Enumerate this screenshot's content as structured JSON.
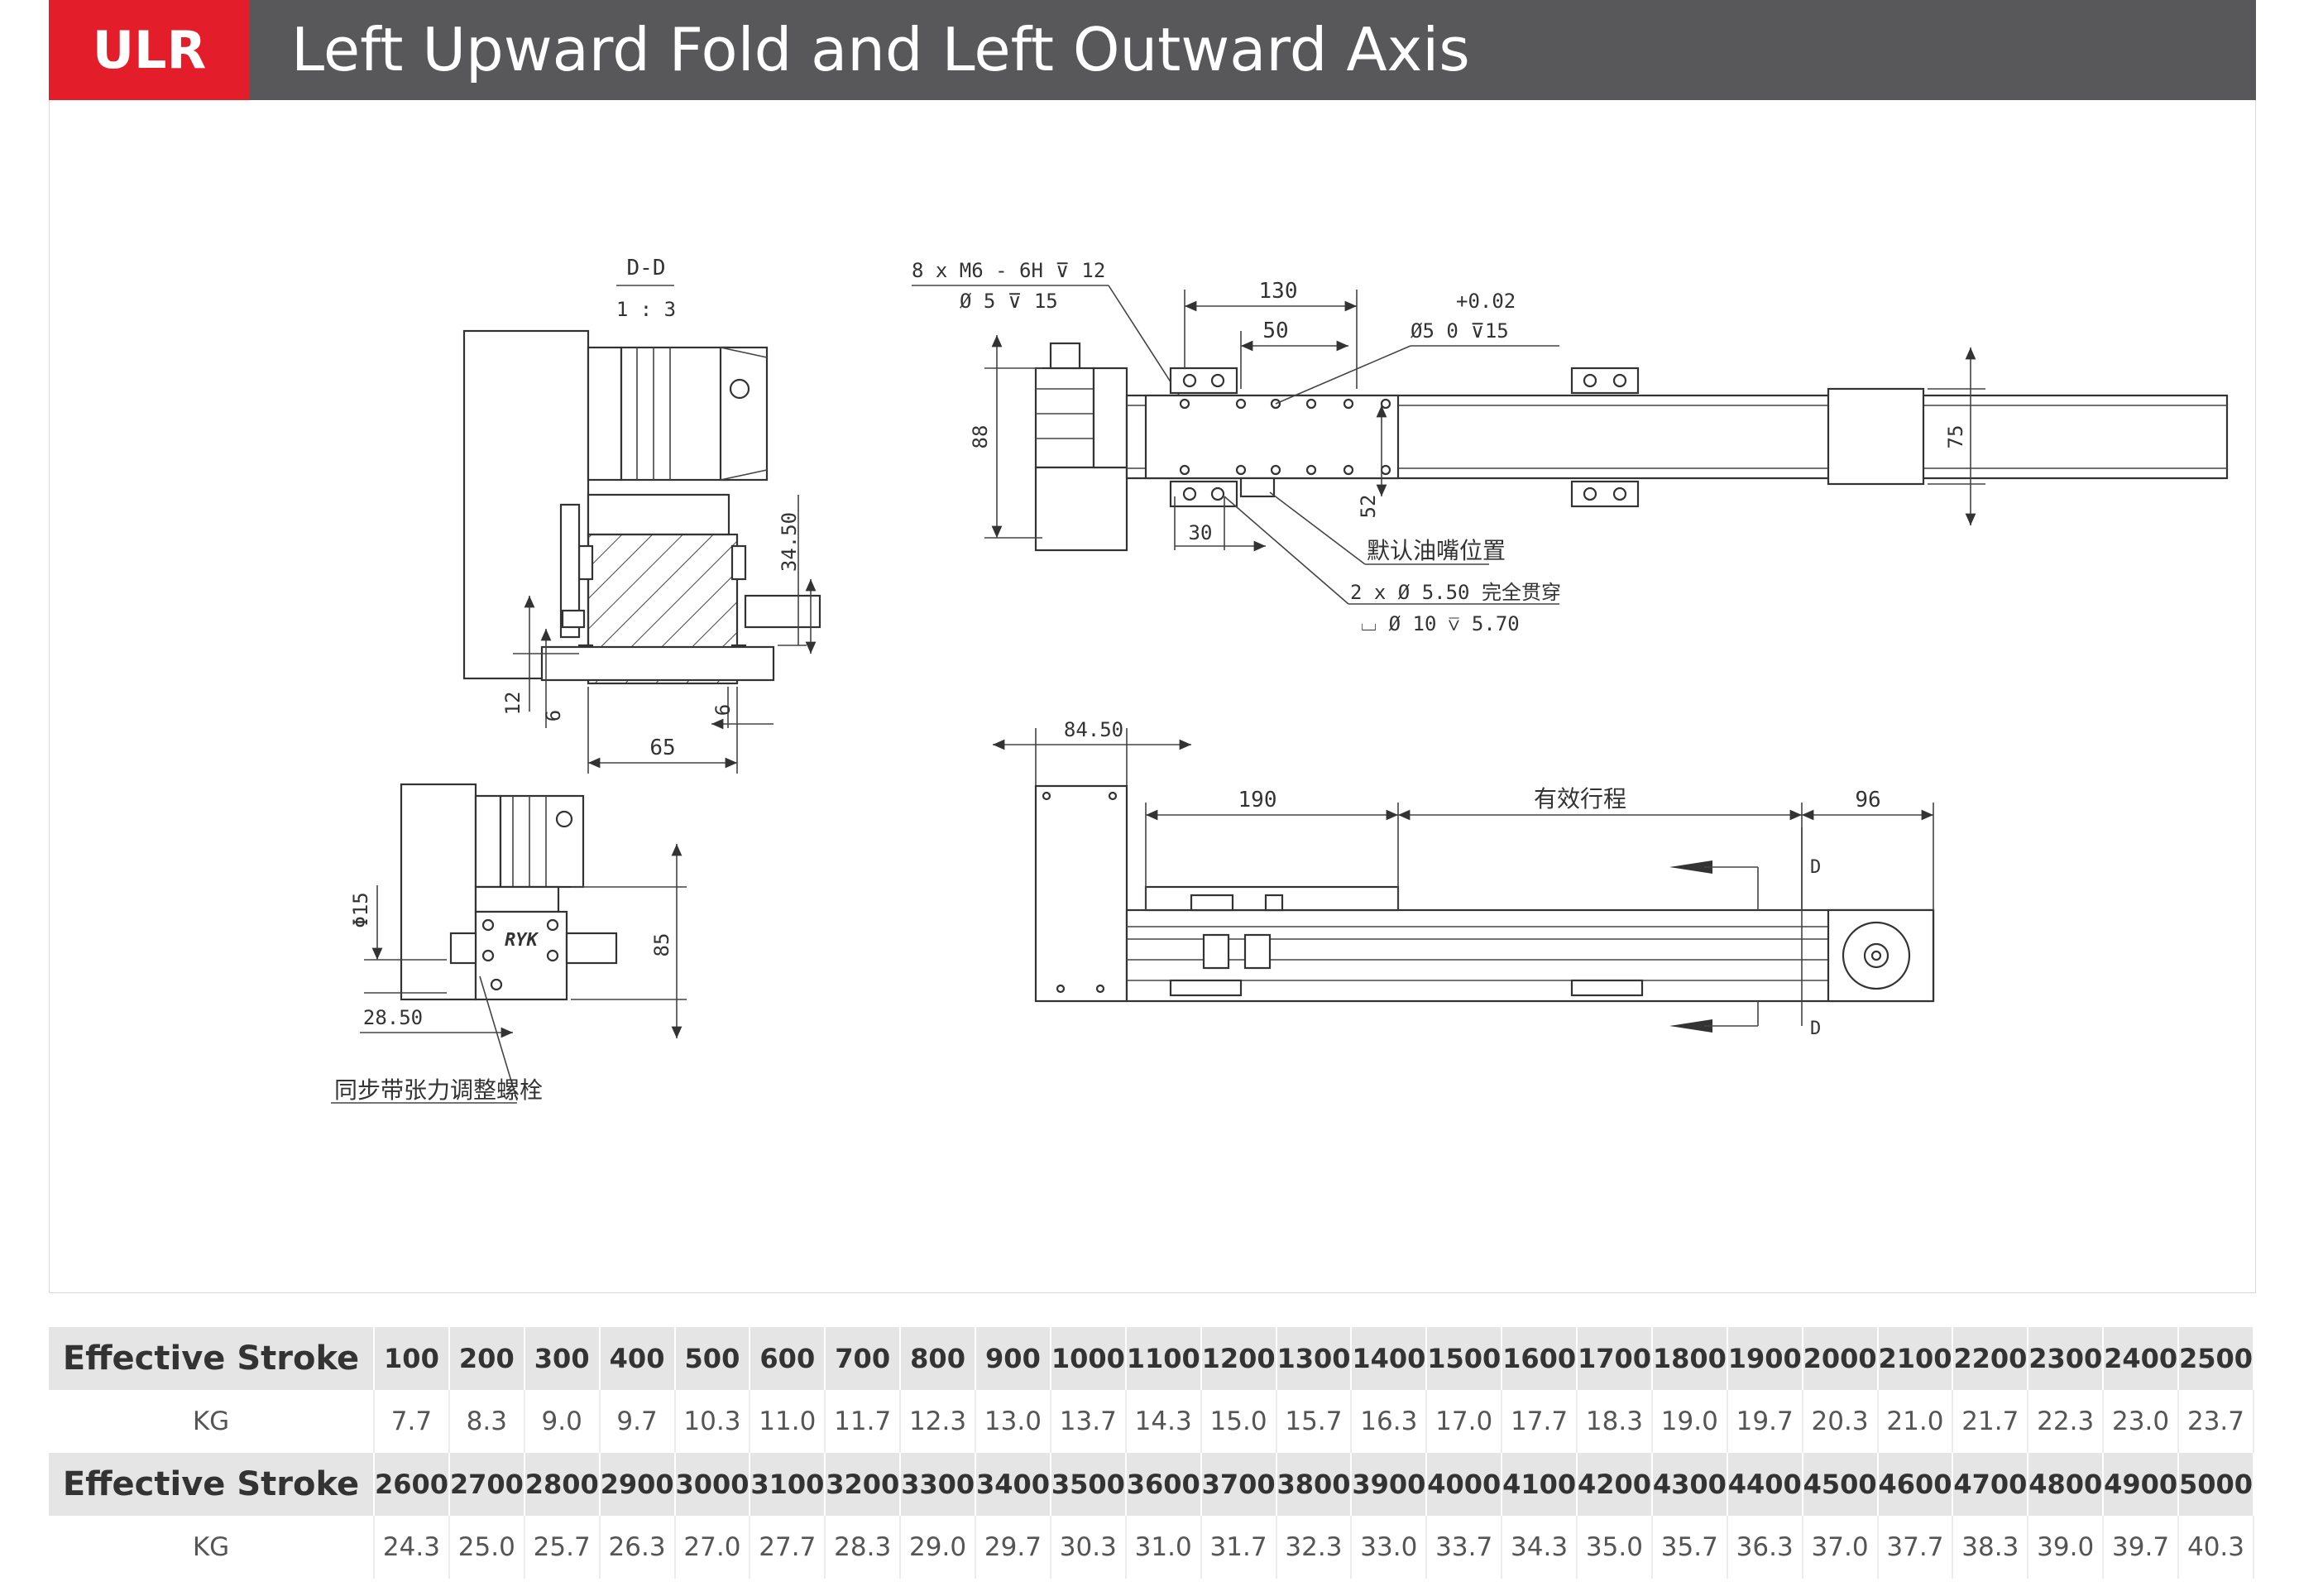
{
  "header": {
    "code": "ULR",
    "title": "Left Upward Fold and Left Outward Axis",
    "accent_color": "#e31e2a",
    "bar_color": "#58585a"
  },
  "drawing": {
    "section_label": "D-D",
    "section_scale": "1 : 3",
    "dims": {
      "d_34_50": "34.50",
      "d_12": "12",
      "d_6a": "6",
      "d_6b": "6",
      "d_65": "65",
      "d_phi15": "Φ15",
      "d_85": "85",
      "d_28_50": "28.50",
      "d_88": "88",
      "d_130": "130",
      "d_50": "50",
      "d_52": "52",
      "d_30": "30",
      "d_75": "75",
      "d_84_50": "84.50",
      "d_190": "190",
      "d_96": "96"
    },
    "callouts": {
      "thread_line1": "8 x  M6 - 6H ⊽ 12",
      "thread_line2": "Ø 5 ⊽ 15",
      "pin_tol": "+0.02",
      "pin_line": "Ø5  0   ⊽15",
      "oil_nozzle": "默认油嘴位置",
      "hole_line1": "2 x  Ø 5.50 完全贯穿",
      "hole_line2": "⌴ Ø 10 ⊽ 5.70",
      "effective_stroke_cn": "有效行程",
      "belt_tension": "同步带张力调整螺栓",
      "section_mark_top": "D",
      "section_mark_bottom": "D",
      "logo": "RYK"
    }
  },
  "table": {
    "header_label": "Effective Stroke",
    "kg_label": "KG",
    "rows": [
      {
        "strokes": [
          "100",
          "200",
          "300",
          "400",
          "500",
          "600",
          "700",
          "800",
          "900",
          "1000",
          "1100",
          "1200",
          "1300",
          "1400",
          "1500",
          "1600",
          "1700",
          "1800",
          "1900",
          "2000",
          "2100",
          "2200",
          "2300",
          "2400",
          "2500"
        ],
        "kg": [
          "7.7",
          "8.3",
          "9.0",
          "9.7",
          "10.3",
          "11.0",
          "11.7",
          "12.3",
          "13.0",
          "13.7",
          "14.3",
          "15.0",
          "15.7",
          "16.3",
          "17.0",
          "17.7",
          "18.3",
          "19.0",
          "19.7",
          "20.3",
          "21.0",
          "21.7",
          "22.3",
          "23.0",
          "23.7"
        ]
      },
      {
        "strokes": [
          "2600",
          "2700",
          "2800",
          "2900",
          "3000",
          "3100",
          "3200",
          "3300",
          "3400",
          "3500",
          "3600",
          "3700",
          "3800",
          "3900",
          "4000",
          "4100",
          "4200",
          "4300",
          "4400",
          "4500",
          "4600",
          "4700",
          "4800",
          "4900",
          "5000"
        ],
        "kg": [
          "24.3",
          "25.0",
          "25.7",
          "26.3",
          "27.0",
          "27.7",
          "28.3",
          "29.0",
          "29.7",
          "30.3",
          "31.0",
          "31.7",
          "32.3",
          "33.0",
          "33.7",
          "34.3",
          "35.0",
          "35.7",
          "36.3",
          "37.0",
          "37.7",
          "38.3",
          "39.0",
          "39.7",
          "40.3"
        ]
      }
    ]
  }
}
